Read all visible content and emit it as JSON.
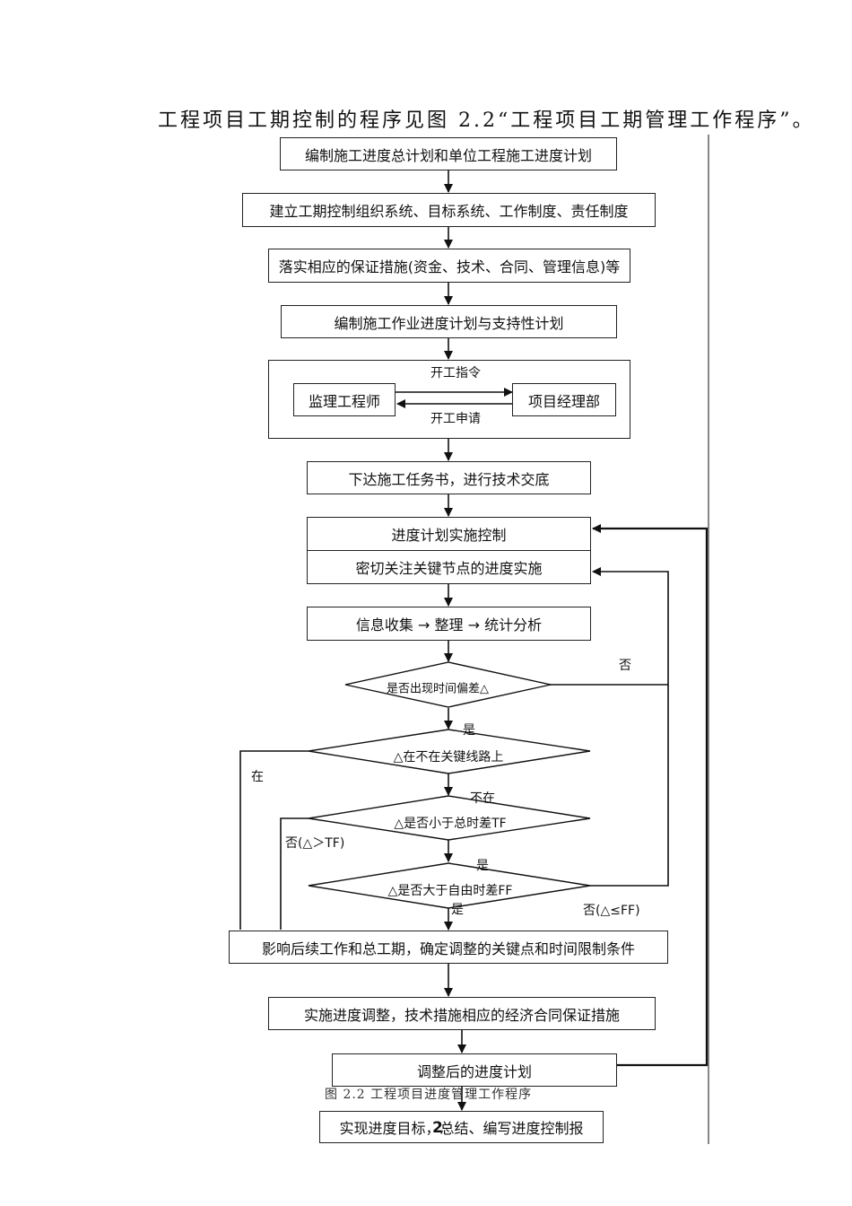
{
  "heading": "工程项目工期控制的程序见图 2.2“工程项目工期管理工作程序”。",
  "steps": {
    "s1": "编制施工进度总计划和单位工程施工进度计划",
    "s2": "建立工期控制组织系统、目标系统、工作制度、责任制度",
    "s3": "落实相应的保证措施(资金、技术、合同、管理信息)等",
    "s4": "编制施工作业进度计划与支持性计划",
    "s5": "下达施工任务书，进行技术交底",
    "s6": "进度计划实施控制",
    "s7": "密切关注关键节点的进度实施",
    "s8": "信息收集 → 整理 → 统计分析",
    "s9": "影响后续工作和总工期，确定调整的关键点和时间限制条件",
    "s10": "实施进度调整，技术措施相应的经济合同保证措施",
    "s11": "调整后的进度计划",
    "s12": "实现进度目标，总结、编写进度控制报"
  },
  "start_block": {
    "order_label": "开工指令",
    "request_label": "开工申请",
    "supervisor": "监理工程师",
    "manager": "项目经理部"
  },
  "decisions": {
    "d1": "是否出现时间偏差△",
    "d2": "△在不在关键线路上",
    "d3": "△是否小于总时差TF",
    "d4": "△是否大于自由时差FF"
  },
  "labels": {
    "no": "否",
    "yes1": "是",
    "on_path": "在",
    "not_on": "不在",
    "no_tf": "否(△＞TF)",
    "yes2": "是",
    "yes3": "是",
    "no_ff": "否(△≤FF)"
  },
  "caption": "图 2.2 工程项目进度管理工作程序",
  "page_number": "2"
}
